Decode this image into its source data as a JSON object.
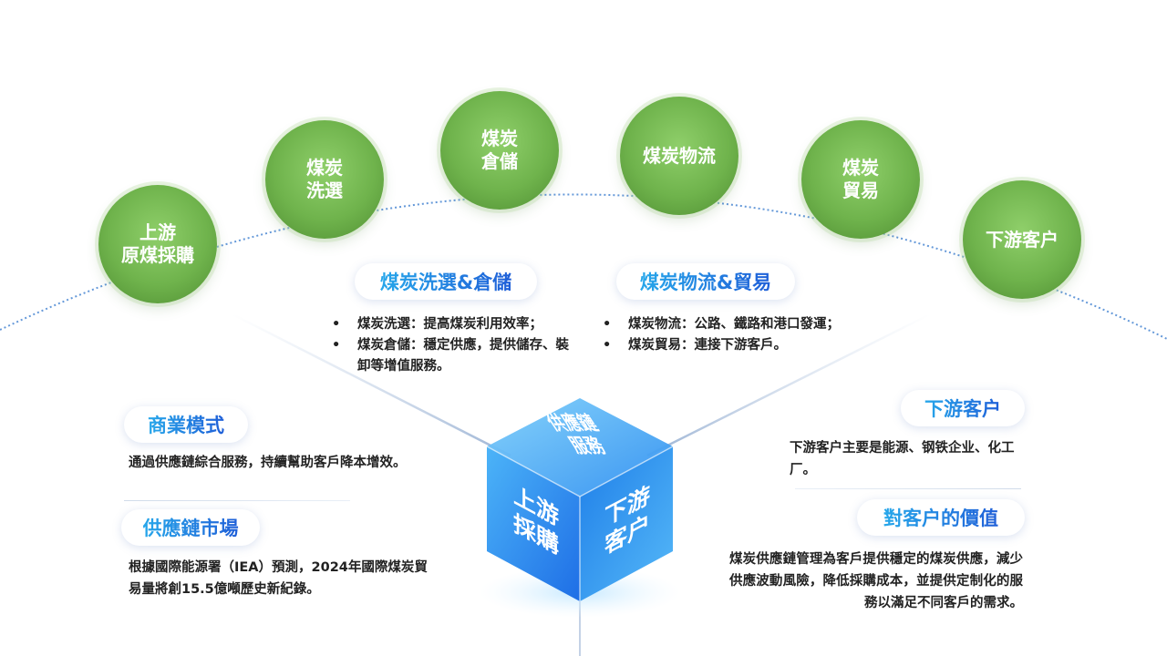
{
  "stages": [
    {
      "label": "上游\n原煤採購"
    },
    {
      "label": "煤炭\n洗選"
    },
    {
      "label": "煤炭\n倉儲"
    },
    {
      "label": "煤炭物流"
    },
    {
      "label": "煤炭\n貿易"
    },
    {
      "label": "下游客户"
    }
  ],
  "washing_storage": {
    "title": "煤炭洗選&倉儲",
    "bullets": [
      "煤炭洗選：提高煤炭利用效率；",
      "煤炭倉儲：穩定供應，提供儲存、裝卸等增值服務。"
    ]
  },
  "logistics_trade": {
    "title": "煤炭物流&貿易",
    "bullets": [
      "煤炭物流：公路、鐵路和港口發運；",
      "煤炭貿易：連接下游客戶。"
    ]
  },
  "business_model": {
    "title": "商業模式",
    "text": "通過供應鏈綜合服務，持續幫助客戶降本增效。"
  },
  "supply_market": {
    "title": "供應鏈市場",
    "text": "根據國際能源署（IEA）預測，2024年國際煤炭貿易量將創15.5億噸歷史新紀錄。"
  },
  "downstream": {
    "title": "下游客户",
    "text": "下游客户主要是能源、钢铁企业、化工厂。"
  },
  "customer_value": {
    "title": "對客户的價值",
    "text": "煤炭供應鏈管理為客戶提供穩定的煤炭供應，減少供應波動風險，降低採購成本，並提供定制化的服務以滿足不同客戶的需求。"
  },
  "cube": {
    "top": "供應鏈\n服務",
    "left": "上游\n採購",
    "right": "下游\n客户"
  },
  "colors": {
    "circle_green": "#6fb34c",
    "title_gradient_start": "#27a7ea",
    "title_gradient_end": "#1f5fd8",
    "cube_blue": "#1e88f0"
  }
}
